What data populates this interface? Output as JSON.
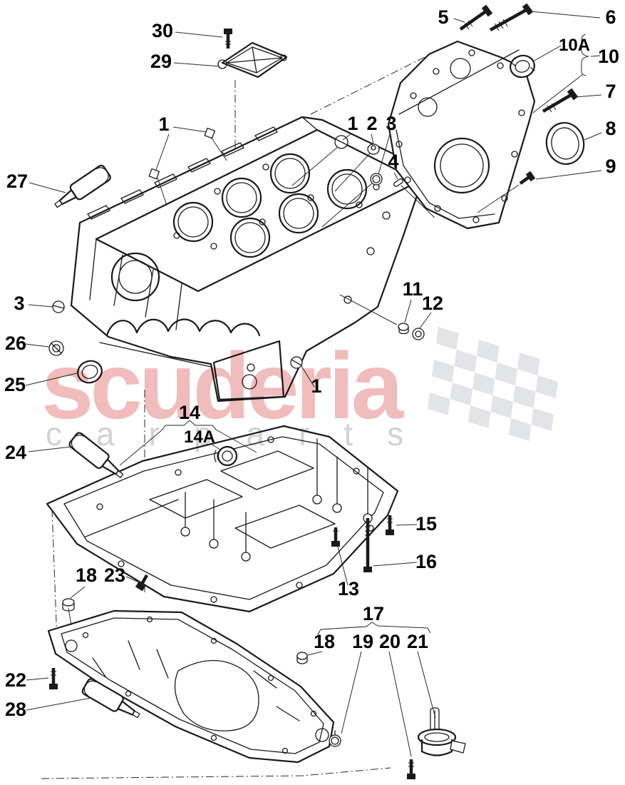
{
  "watermark": {
    "brand": "scuderia",
    "subbrand": "carparts",
    "brand_color": "#f0bcbc",
    "sub_color": "#d2d2d2",
    "flag_color": "#e2e4e8"
  },
  "labels": {
    "n1_top": "1",
    "n1_mid": "1",
    "n1_bot": "1",
    "n2": "2",
    "n3_top": "3",
    "n3_left": "3",
    "n4": "4",
    "n5": "5",
    "n6": "6",
    "n7": "7",
    "n8": "8",
    "n9": "9",
    "n10": "10",
    "n10A": "10A",
    "n11": "11",
    "n12": "12",
    "n13": "13",
    "n14": "14",
    "n14A": "14A",
    "n15": "15",
    "n16": "16",
    "n17": "17",
    "n18_left": "18",
    "n18_bot": "18",
    "n19": "19",
    "n20": "20",
    "n21": "21",
    "n22": "22",
    "n23": "23",
    "n24": "24",
    "n25": "25",
    "n26": "26",
    "n27": "27",
    "n28": "28",
    "n29": "29",
    "n30": "30"
  }
}
